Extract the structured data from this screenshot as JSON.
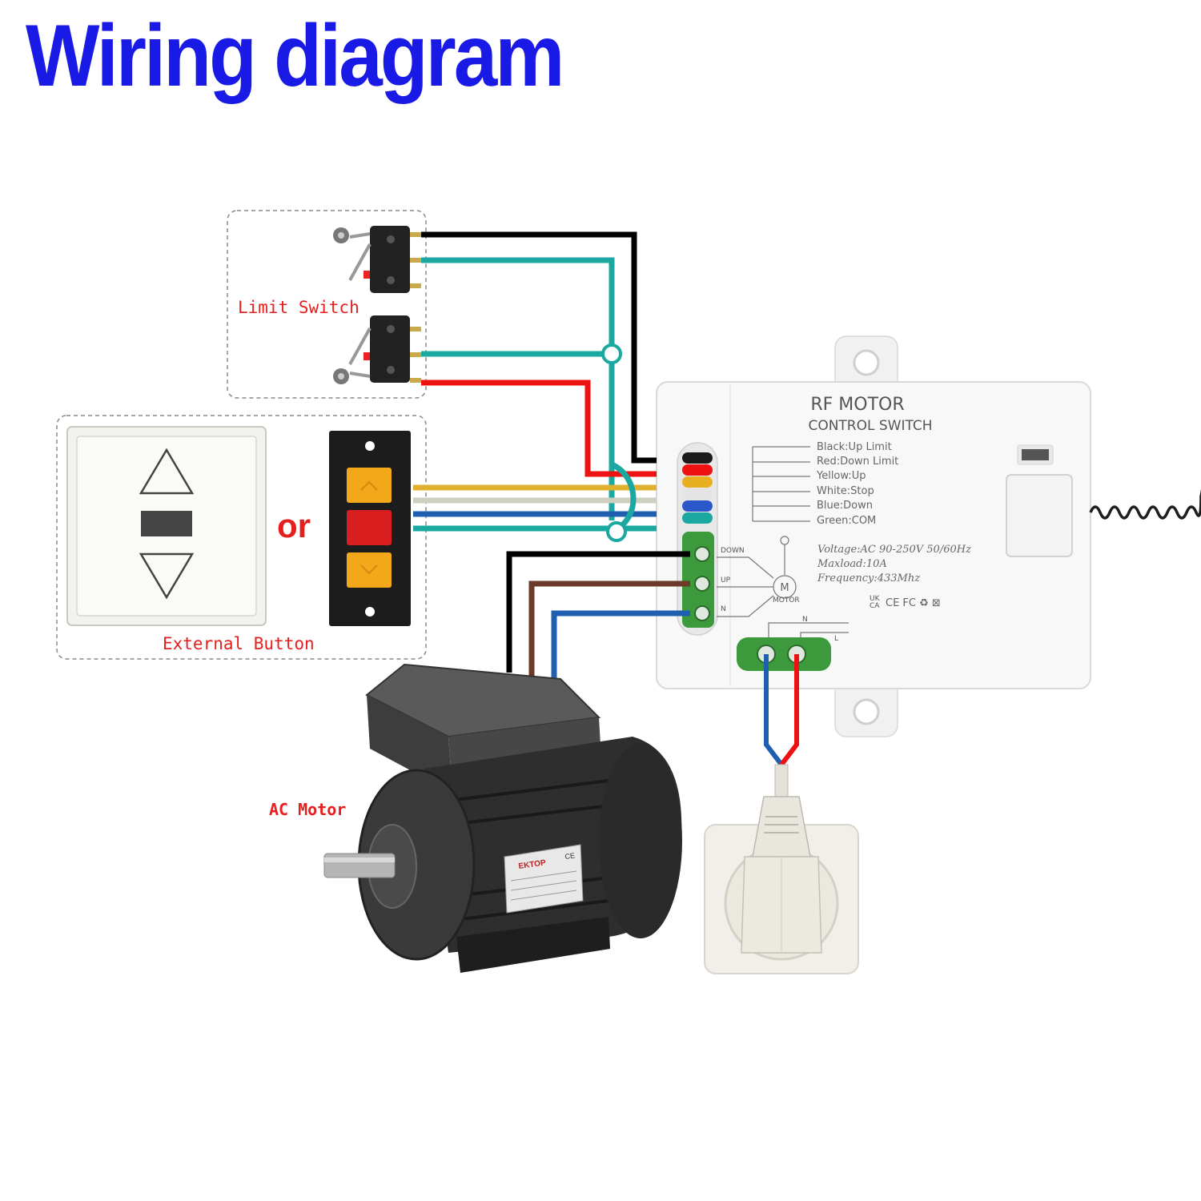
{
  "title": "Wiring diagram",
  "labels": {
    "limit_switch": "Limit Switch",
    "external_button": "External Button",
    "or": "or",
    "ac_motor": "AC Motor"
  },
  "controller": {
    "title_line1": "RF MOTOR",
    "title_line2": "CONTROL SWITCH",
    "legend": [
      "Black:Up Limit",
      "Red:Down Limit",
      "Yellow:Up",
      "White:Stop",
      "Blue:Down",
      "Green:COM"
    ],
    "specs": [
      "Voltage:AC 90-250V 50/60Hz",
      "Maxload:10A",
      "Frequency:433Mhz"
    ],
    "terminals": [
      "DOWN",
      "UP",
      "N"
    ],
    "motor_symbol": "M",
    "motor_label": "MOTOR",
    "power_terminals": [
      "N",
      "L"
    ],
    "certifications": "UK CA CE FC ♻ ⊠",
    "cert_ukca_line1": "UK",
    "cert_ukca_line2": "CA"
  },
  "motor_plate": {
    "brand": "EKTOP",
    "mark": "CE"
  },
  "colors": {
    "title_blue": "#1a1ae6",
    "label_red": "#e61e1e",
    "wire_black": "#000000",
    "wire_teal": "#1aa8a0",
    "wire_red": "#ee1111",
    "wire_yellow": "#e0b030",
    "wire_white": "#cfcfc0",
    "wire_blue": "#1f5fb0",
    "wire_brown": "#6b3a2a",
    "terminal_green": "#3c9a3c"
  }
}
